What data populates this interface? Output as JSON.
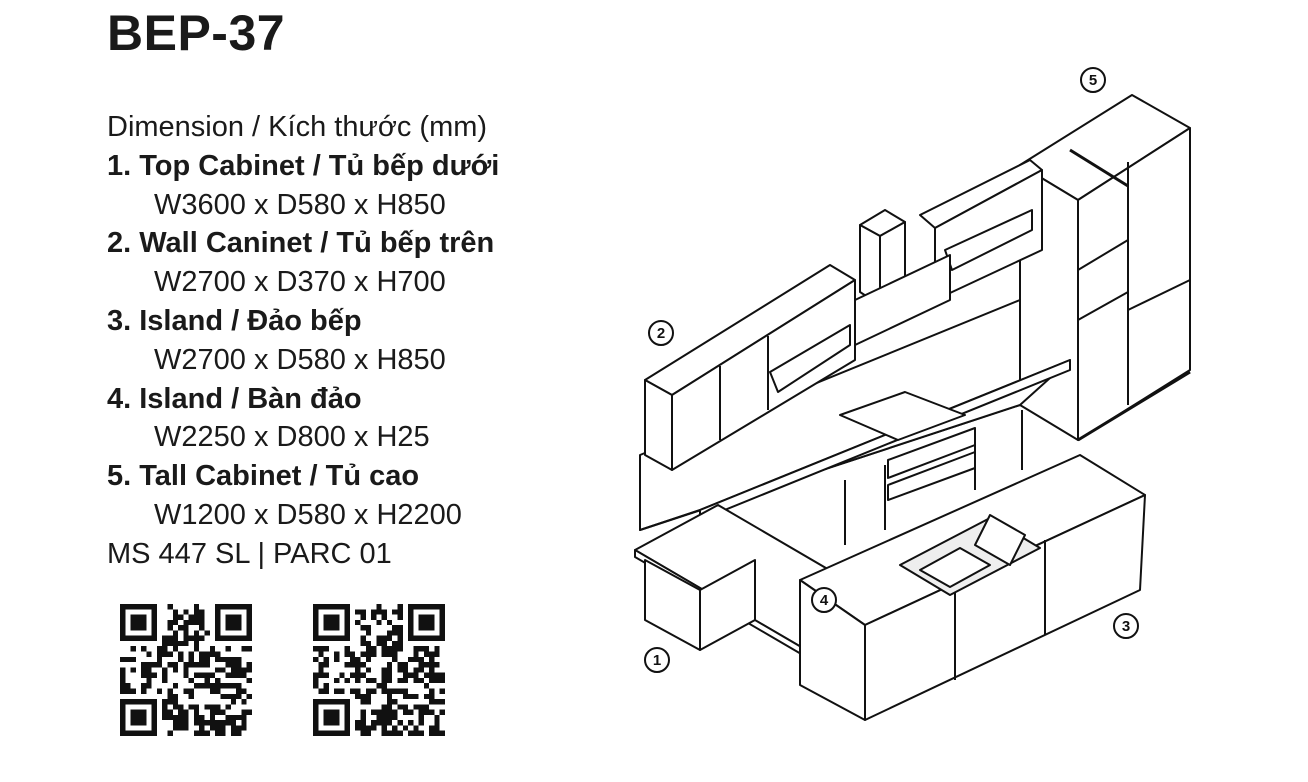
{
  "header": {
    "title": "BEP-37"
  },
  "specs": {
    "dimension_label": "Dimension / Kích thước (mm)",
    "items": [
      {
        "label": "1. Top Cabinet / Tủ bếp dưới",
        "size": "W3600 x D580 x H850"
      },
      {
        "label": "2. Wall Caninet / Tủ bếp trên",
        "size": "W2700 x D370 x H700"
      },
      {
        "label": "3. Island / Đảo bếp",
        "size": "W2700 x D580 x H850"
      },
      {
        "label": "4. Island / Bàn đảo",
        "size": "W2250 x D800 x H25"
      },
      {
        "label": "5. Tall Cabinet / Tủ cao",
        "size": "W1200 x D580 x H2200"
      }
    ],
    "material": "MS 447 SL  |  PARC 01"
  },
  "callouts": [
    "①",
    "②",
    "③",
    "④",
    "⑤"
  ]
}
